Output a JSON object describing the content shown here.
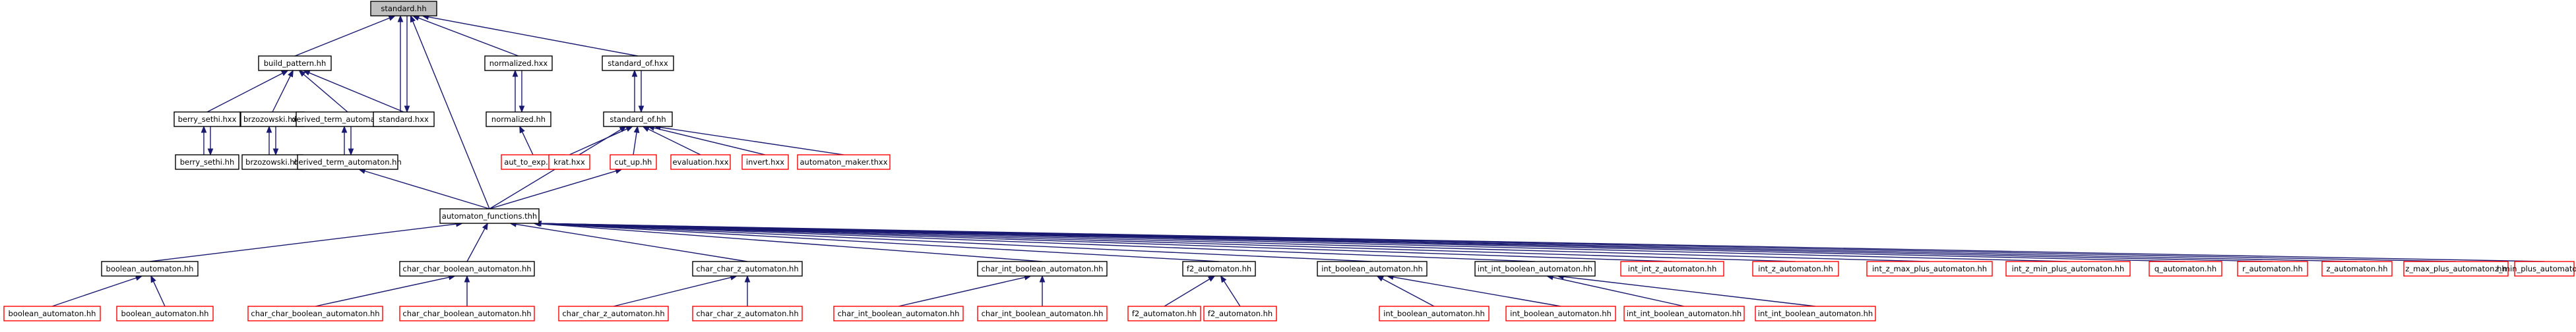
{
  "colors": {
    "edge": "#191970",
    "root_fill": "#bfbfbf",
    "normal_border": "#000000",
    "incomplete_border": "#ff0000",
    "background": "#ffffff"
  },
  "nodes": [
    {
      "id": "standard_hh",
      "label": "standard.hh",
      "root": true
    },
    {
      "id": "build_pattern_hh",
      "label": "build_pattern.hh"
    },
    {
      "id": "normalized_hxx",
      "label": "normalized.hxx"
    },
    {
      "id": "standard_of_hxx",
      "label": "standard_of.hxx"
    },
    {
      "id": "berry_sethi_hxx",
      "label": "berry_sethi.hxx"
    },
    {
      "id": "brzozowski_hxx",
      "label": "brzozowski.hxx"
    },
    {
      "id": "derived_term_automaton_hxx",
      "label": "derived_term_automaton.hxx"
    },
    {
      "id": "standard_hxx",
      "label": "standard.hxx"
    },
    {
      "id": "normalized_hh",
      "label": "normalized.hh"
    },
    {
      "id": "standard_of_hh",
      "label": "standard_of.hh"
    },
    {
      "id": "berry_sethi_hh",
      "label": "berry_sethi.hh"
    },
    {
      "id": "brzozowski_hh",
      "label": "brzozowski.hh"
    },
    {
      "id": "derived_term_automaton_hh",
      "label": "derived_term_automaton.hh"
    },
    {
      "id": "aut_to_exp_hxx",
      "label": "aut_to_exp.hxx",
      "incomplete": true
    },
    {
      "id": "krat_hxx",
      "label": "krat.hxx",
      "incomplete": true
    },
    {
      "id": "cut_up_hh",
      "label": "cut_up.hh",
      "incomplete": true
    },
    {
      "id": "evaluation_hxx",
      "label": "evaluation.hxx",
      "incomplete": true
    },
    {
      "id": "invert_hxx",
      "label": "invert.hxx",
      "incomplete": true
    },
    {
      "id": "automaton_maker_thxx",
      "label": "automaton_maker.thxx",
      "incomplete": true
    },
    {
      "id": "automaton_functions_thh",
      "label": "automaton_functions.thh"
    },
    {
      "id": "boolean_automaton_hh",
      "label": "boolean_automaton.hh"
    },
    {
      "id": "char_char_boolean_automaton_hh",
      "label": "char_char_boolean_automaton.hh"
    },
    {
      "id": "char_char_z_automaton_hh",
      "label": "char_char_z_automaton.hh"
    },
    {
      "id": "char_int_boolean_automaton_hh",
      "label": "char_int_boolean_automaton.hh"
    },
    {
      "id": "f2_automaton_hh",
      "label": "f2_automaton.hh"
    },
    {
      "id": "int_boolean_automaton_hh",
      "label": "int_boolean_automaton.hh"
    },
    {
      "id": "int_int_boolean_automaton_hh",
      "label": "int_int_boolean_automaton.hh"
    },
    {
      "id": "int_int_z_automaton_hh",
      "label": "int_int_z_automaton.hh",
      "incomplete": true
    },
    {
      "id": "int_z_automaton_hh",
      "label": "int_z_automaton.hh",
      "incomplete": true
    },
    {
      "id": "int_z_max_plus_automaton_hh",
      "label": "int_z_max_plus_automaton.hh",
      "incomplete": true
    },
    {
      "id": "int_z_min_plus_automaton_hh",
      "label": "int_z_min_plus_automaton.hh",
      "incomplete": true
    },
    {
      "id": "q_automaton_hh",
      "label": "q_automaton.hh",
      "incomplete": true
    },
    {
      "id": "r_automaton_hh",
      "label": "r_automaton.hh",
      "incomplete": true
    },
    {
      "id": "z_automaton_hh",
      "label": "z_automaton.hh",
      "incomplete": true
    },
    {
      "id": "z_max_plus_automaton_hh",
      "label": "z_max_plus_automaton.hh",
      "incomplete": true
    },
    {
      "id": "z_min_plus_automaton_hh",
      "label": "z_min_plus_automaton.hh",
      "incomplete": true
    },
    {
      "id": "boolean_automaton_hh_a",
      "label": "boolean_automaton.hh",
      "incomplete": true
    },
    {
      "id": "boolean_automaton_hh_b",
      "label": "boolean_automaton.hh",
      "incomplete": true
    },
    {
      "id": "char_char_boolean_automaton_hh_a",
      "label": "char_char_boolean_automaton.hh",
      "incomplete": true
    },
    {
      "id": "char_char_boolean_automaton_hh_b",
      "label": "char_char_boolean_automaton.hh",
      "incomplete": true
    },
    {
      "id": "char_char_z_automaton_hh_a",
      "label": "char_char_z_automaton.hh",
      "incomplete": true
    },
    {
      "id": "char_char_z_automaton_hh_b",
      "label": "char_char_z_automaton.hh",
      "incomplete": true
    },
    {
      "id": "char_int_boolean_automaton_hh_a",
      "label": "char_int_boolean_automaton.hh",
      "incomplete": true
    },
    {
      "id": "char_int_boolean_automaton_hh_b",
      "label": "char_int_boolean_automaton.hh",
      "incomplete": true
    },
    {
      "id": "f2_automaton_hh_a",
      "label": "f2_automaton.hh",
      "incomplete": true
    },
    {
      "id": "f2_automaton_hh_b",
      "label": "f2_automaton.hh",
      "incomplete": true
    },
    {
      "id": "int_boolean_automaton_hh_a",
      "label": "int_boolean_automaton.hh",
      "incomplete": true
    },
    {
      "id": "int_boolean_automaton_hh_b",
      "label": "int_boolean_automaton.hh",
      "incomplete": true
    },
    {
      "id": "int_int_boolean_automaton_hh_a",
      "label": "int_int_boolean_automaton.hh",
      "incomplete": true
    },
    {
      "id": "int_int_boolean_automaton_hh_b",
      "label": "int_int_boolean_automaton.hh",
      "incomplete": true
    }
  ],
  "edges": [
    {
      "from": "build_pattern_hh",
      "to": "standard_hh"
    },
    {
      "from": "standard_hxx",
      "to": "standard_hh"
    },
    {
      "from": "standard_hh",
      "to": "standard_hxx"
    },
    {
      "from": "normalized_hxx",
      "to": "standard_hh"
    },
    {
      "from": "standard_of_hxx",
      "to": "standard_hh"
    },
    {
      "from": "automaton_functions_thh",
      "to": "standard_hh"
    },
    {
      "from": "berry_sethi_hxx",
      "to": "build_pattern_hh"
    },
    {
      "from": "brzozowski_hxx",
      "to": "build_pattern_hh"
    },
    {
      "from": "derived_term_automaton_hxx",
      "to": "build_pattern_hh"
    },
    {
      "from": "standard_hxx",
      "to": "build_pattern_hh"
    },
    {
      "from": "berry_sethi_hh",
      "to": "berry_sethi_hxx"
    },
    {
      "from": "berry_sethi_hxx",
      "to": "berry_sethi_hh"
    },
    {
      "from": "brzozowski_hh",
      "to": "brzozowski_hxx"
    },
    {
      "from": "brzozowski_hxx",
      "to": "brzozowski_hh"
    },
    {
      "from": "derived_term_automaton_hh",
      "to": "derived_term_automaton_hxx"
    },
    {
      "from": "derived_term_automaton_hxx",
      "to": "derived_term_automaton_hh"
    },
    {
      "from": "automaton_functions_thh",
      "to": "derived_term_automaton_hh"
    },
    {
      "from": "normalized_hh",
      "to": "normalized_hxx"
    },
    {
      "from": "normalized_hxx",
      "to": "normalized_hh"
    },
    {
      "from": "aut_to_exp_hxx",
      "to": "normalized_hh"
    },
    {
      "from": "standard_of_hh",
      "to": "standard_of_hxx"
    },
    {
      "from": "standard_of_hxx",
      "to": "standard_of_hh"
    },
    {
      "from": "automaton_functions_thh",
      "to": "standard_of_hh"
    },
    {
      "from": "krat_hxx",
      "to": "standard_of_hh"
    },
    {
      "from": "cut_up_hh",
      "to": "standard_of_hh"
    },
    {
      "from": "evaluation_hxx",
      "to": "standard_of_hh"
    },
    {
      "from": "invert_hxx",
      "to": "standard_of_hh"
    },
    {
      "from": "automaton_maker_thxx",
      "to": "standard_of_hh"
    },
    {
      "from": "automaton_functions_thh",
      "to": "cut_up_hh"
    },
    {
      "from": "boolean_automaton_hh",
      "to": "automaton_functions_thh"
    },
    {
      "from": "char_char_boolean_automaton_hh",
      "to": "automaton_functions_thh"
    },
    {
      "from": "char_char_z_automaton_hh",
      "to": "automaton_functions_thh"
    },
    {
      "from": "char_int_boolean_automaton_hh",
      "to": "automaton_functions_thh"
    },
    {
      "from": "f2_automaton_hh",
      "to": "automaton_functions_thh"
    },
    {
      "from": "int_boolean_automaton_hh",
      "to": "automaton_functions_thh"
    },
    {
      "from": "int_int_boolean_automaton_hh",
      "to": "automaton_functions_thh"
    },
    {
      "from": "int_int_z_automaton_hh",
      "to": "automaton_functions_thh"
    },
    {
      "from": "int_z_automaton_hh",
      "to": "automaton_functions_thh"
    },
    {
      "from": "int_z_max_plus_automaton_hh",
      "to": "automaton_functions_thh"
    },
    {
      "from": "int_z_min_plus_automaton_hh",
      "to": "automaton_functions_thh"
    },
    {
      "from": "q_automaton_hh",
      "to": "automaton_functions_thh"
    },
    {
      "from": "r_automaton_hh",
      "to": "automaton_functions_thh"
    },
    {
      "from": "z_automaton_hh",
      "to": "automaton_functions_thh"
    },
    {
      "from": "z_max_plus_automaton_hh",
      "to": "automaton_functions_thh"
    },
    {
      "from": "z_min_plus_automaton_hh",
      "to": "automaton_functions_thh"
    },
    {
      "from": "boolean_automaton_hh_a",
      "to": "boolean_automaton_hh"
    },
    {
      "from": "boolean_automaton_hh_b",
      "to": "boolean_automaton_hh"
    },
    {
      "from": "char_char_boolean_automaton_hh_a",
      "to": "char_char_boolean_automaton_hh"
    },
    {
      "from": "char_char_boolean_automaton_hh_b",
      "to": "char_char_boolean_automaton_hh"
    },
    {
      "from": "char_char_z_automaton_hh_a",
      "to": "char_char_z_automaton_hh"
    },
    {
      "from": "char_char_z_automaton_hh_b",
      "to": "char_char_z_automaton_hh"
    },
    {
      "from": "char_int_boolean_automaton_hh_a",
      "to": "char_int_boolean_automaton_hh"
    },
    {
      "from": "char_int_boolean_automaton_hh_b",
      "to": "char_int_boolean_automaton_hh"
    },
    {
      "from": "f2_automaton_hh_a",
      "to": "f2_automaton_hh"
    },
    {
      "from": "f2_automaton_hh_b",
      "to": "f2_automaton_hh"
    },
    {
      "from": "int_boolean_automaton_hh_a",
      "to": "int_boolean_automaton_hh"
    },
    {
      "from": "int_boolean_automaton_hh_b",
      "to": "int_boolean_automaton_hh"
    },
    {
      "from": "int_int_boolean_automaton_hh_a",
      "to": "int_int_boolean_automaton_hh"
    },
    {
      "from": "int_int_boolean_automaton_hh_b",
      "to": "int_int_boolean_automaton_hh"
    }
  ]
}
